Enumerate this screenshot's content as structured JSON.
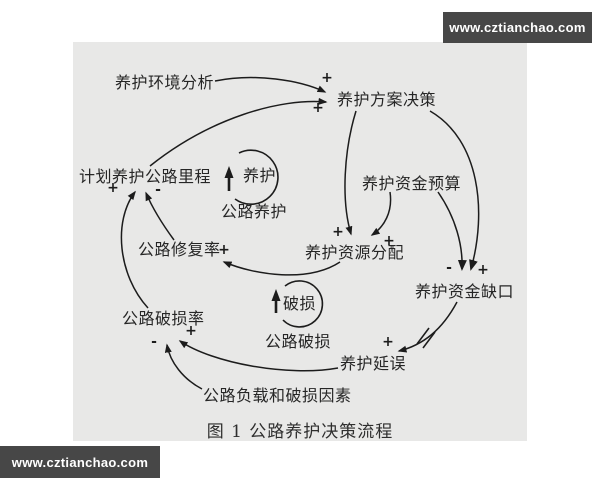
{
  "watermark": {
    "text": "www.cztianchao.com"
  },
  "caption": "图 1 公路养护决策流程",
  "nodes": {
    "env_analysis": "养护环境分析",
    "decision": "养护方案决策",
    "planned_mileage": "计划养护公路里程",
    "budget": "养护资金预算",
    "repair_rate": "公路修复率",
    "resource_alloc": "养护资源分配",
    "fund_gap": "养护资金缺口",
    "damage_rate": "公路破损率",
    "delay": "养护延误",
    "load_factors": "公路负载和破损因素",
    "maint_loop": "养护",
    "maint_loop_sub": "公路养护",
    "damage_loop": "破损",
    "damage_loop_sub": "公路破损"
  },
  "edges": {
    "env_to_decision": {
      "from": "养护环境分析",
      "to": "养护方案决策",
      "polarity": "+"
    },
    "mileage_to_decision": {
      "from": "计划养护公路里程",
      "to": "养护方案决策",
      "polarity": "+"
    },
    "decision_to_alloc": {
      "from": "养护方案决策",
      "to": "养护资源分配",
      "polarity": "+"
    },
    "budget_to_alloc": {
      "from": "养护资金预算",
      "to": "养护资源分配",
      "polarity": "+"
    },
    "decision_to_gap": {
      "from": "养护方案决策",
      "to": "养护资金缺口",
      "polarity": "+"
    },
    "budget_to_gap": {
      "from": "养护资金预算",
      "to": "养护资金缺口",
      "polarity": "-"
    },
    "gap_to_delay": {
      "from": "养护资金缺口",
      "to": "养护延误",
      "polarity": "+",
      "delay": true
    },
    "delay_to_damage": {
      "from": "养护延误",
      "to": "公路破损率",
      "polarity": "+"
    },
    "load_to_damage": {
      "from": "公路负载和破损因素",
      "to": "公路破损率",
      "polarity": "-"
    },
    "alloc_to_repair": {
      "from": "养护资源分配",
      "to": "公路修复率",
      "polarity": "+"
    },
    "repair_to_mileage": {
      "from": "公路修复率",
      "to": "计划养护公路里程",
      "polarity": "-"
    },
    "damage_to_mileage": {
      "from": "公路破损率",
      "to": "计划养护公路里程",
      "polarity": "+"
    }
  },
  "colors": {
    "panel_bg": "#e8e8e7",
    "watermark_bg": "#474747",
    "watermark_text": "#ffffff",
    "line": "#1c1c1c",
    "text": "#262626"
  }
}
